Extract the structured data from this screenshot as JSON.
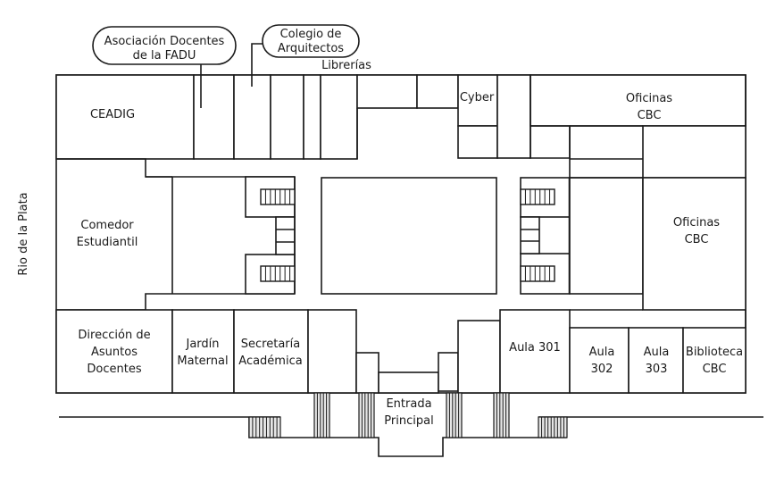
{
  "map": {
    "side_label": "Rio de la Plata",
    "callouts": [
      {
        "id": "asociacion",
        "lines": [
          "Asociación Docentes",
          "de la FADU"
        ]
      },
      {
        "id": "colegio",
        "lines": [
          "Colegio de",
          "Arquitectos"
        ]
      }
    ],
    "annotations": {
      "librerias": "Librerías"
    },
    "rooms": {
      "ceadig": [
        "CEADIG"
      ],
      "cyber": [
        "Cyber"
      ],
      "oficinas_top": [
        "Oficinas",
        "CBC"
      ],
      "comedor": [
        "Comedor",
        "Estudiantil"
      ],
      "oficinas_right": [
        "Oficinas",
        "CBC"
      ],
      "direccion": [
        "Dirección de",
        "Asuntos",
        "Docentes"
      ],
      "jardin": [
        "Jardín",
        "Maternal"
      ],
      "secretaria": [
        "Secretaría",
        "Académica"
      ],
      "aula301": [
        "Aula 301"
      ],
      "aula302": [
        "Aula",
        "302"
      ],
      "aula303": [
        "Aula",
        "303"
      ],
      "biblioteca": [
        "Biblioteca",
        "CBC"
      ],
      "entrada": [
        "Entrada",
        "Principal"
      ]
    },
    "colors": {
      "line": "#1a1a1a",
      "background": "#ffffff"
    }
  }
}
